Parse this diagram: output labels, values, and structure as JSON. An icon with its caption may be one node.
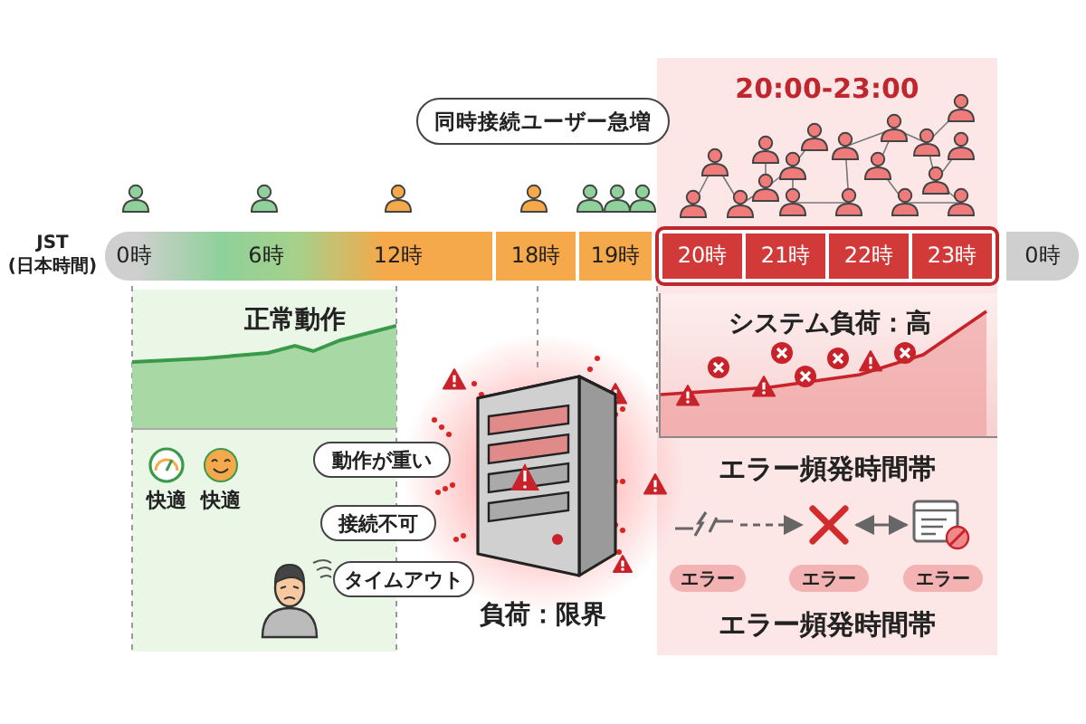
{
  "diagram": {
    "nodes": [
      {
        "text": [
          "0時",
          "6時",
          "12時"
        ]
      },
      {
        "text": [
          "18時"
        ]
      },
      {
        "text": [
          "19時"
        ]
      },
      {
        "text": [],
        "shape": "box"
      },
      {
        "text": [
          "20時"
        ],
        "in": 3
      },
      {
        "text": [
          "21時"
        ],
        "in": 3
      },
      {
        "text": [
          "22時"
        ],
        "in": 3
      },
      {
        "text": [
          "23時"
        ],
        "in": 3
      },
      {
        "text": [
          "0時"
        ]
      },
      {
        "text": [
          "同時接続ユーザー急増"
        ]
      },
      {
        "text": [
          "正常動作"
        ]
      },
      {
        "text": [
          "システム負荷：高"
        ]
      },
      {
        "text": [
          "動作が重い"
        ]
      },
      {
        "text": [
          "接続不可"
        ]
      },
      {
        "text": [
          "タイムアウト"
        ]
      },
      {
        "text": [
          "負荷：限界"
        ]
      },
      {
        "text": [],
        "shape": "picture"
      },
      {
        "text": [],
        "shape": "picture"
      },
      {
        "text": [],
        "shape": "picture"
      },
      {
        "text": [
          "エラー"
        ]
      },
      {
        "text": [
          "エラー"
        ]
      },
      {
        "text": [
          "エラー"
        ]
      }
    ],
    "edges": [
      {
        "from": 16,
        "to": 17,
        "arrow": "to",
        "style": "dashed"
      },
      {
        "from": 17,
        "to": 18,
        "arrow": "both"
      },
      {
        "from": 1,
        "to": 15,
        "arrow": "none",
        "style": "dashed"
      }
    ],
    "labels": [
      "JST (日本時間)",
      "20:00-23:00",
      "快適",
      "快適",
      "エラー頻発時間帯",
      "エラー頻発時間帯"
    ]
  }
}
